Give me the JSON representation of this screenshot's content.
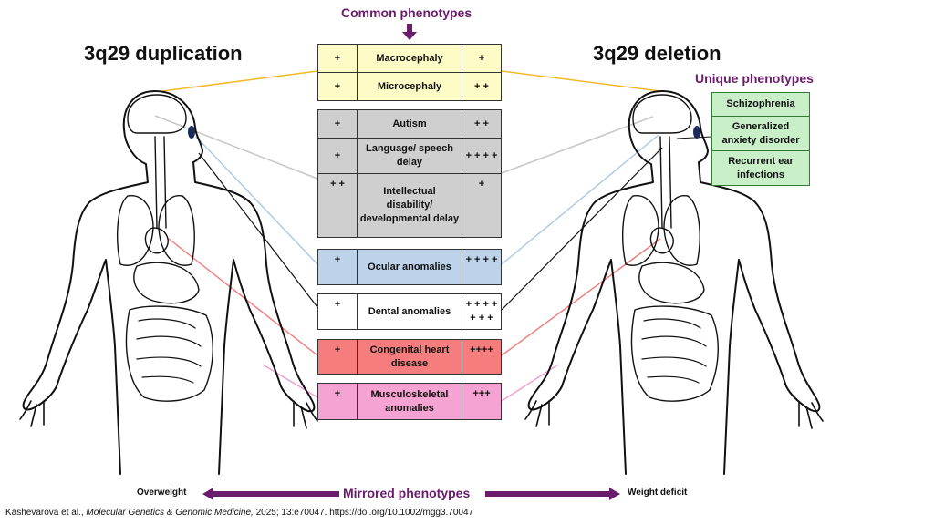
{
  "header": {
    "common_title": "Common phenotypes",
    "dup_title": "3q29 duplication",
    "del_title": "3q29 deletion",
    "unique_title": "Unique phenotypes"
  },
  "colors": {
    "purple": "#6a1b6b",
    "yellow": "#fdfcc6",
    "gray": "#cfcfcf",
    "blue": "#bcd3ea",
    "white": "#ffffff",
    "red": "#f57d7d",
    "pink": "#f5a3d2",
    "green": "#c9efc9"
  },
  "groups": [
    {
      "id": "yellow",
      "color": "#fdfcc6",
      "rows": [
        {
          "dup": "+",
          "label": "Macrocephaly",
          "del": "+"
        },
        {
          "dup": "+",
          "label": "Microcephaly",
          "del": "+ +"
        }
      ]
    },
    {
      "id": "gray",
      "color": "#cfcfcf",
      "rows": [
        {
          "dup": "+",
          "label": "Autism",
          "del": "+ +"
        },
        {
          "dup": "+",
          "label": "Language/ speech delay",
          "del": "+ + + +"
        },
        {
          "dup": "+ +",
          "label": "Intellectual disability/ developmental delay",
          "del": "+"
        }
      ]
    },
    {
      "id": "blue",
      "color": "#bcd3ea",
      "rows": [
        {
          "dup": "+",
          "label": "Ocular anomalies",
          "del": "+ + + +"
        }
      ]
    },
    {
      "id": "white",
      "color": "#ffffff",
      "rows": [
        {
          "dup": "+",
          "label": "Dental anomalies",
          "del": "+ + + + + + +"
        }
      ]
    },
    {
      "id": "red",
      "color": "#f57d7d",
      "rows": [
        {
          "dup": "+",
          "label": "Congenital heart disease",
          "del": "++++"
        }
      ]
    },
    {
      "id": "pink",
      "color": "#f5a3d2",
      "rows": [
        {
          "dup": "+",
          "label": "Musculoskeletal anomalies",
          "del": "+++"
        }
      ]
    }
  ],
  "unique_phenotypes": [
    "Schizophrenia",
    "Generalized anxiety disorder",
    "Recurrent ear infections"
  ],
  "mirrored": {
    "label": "Mirrored phenotypes",
    "left": "Overweight",
    "right": "Weight deficit"
  },
  "citation": {
    "authors": "Kashevarova et al.,",
    "journal": "Molecular Genetics & Genomic Medicine,",
    "rest": "2025; 13:e70047. https://doi.org/10.1002/mgg3.70047"
  }
}
